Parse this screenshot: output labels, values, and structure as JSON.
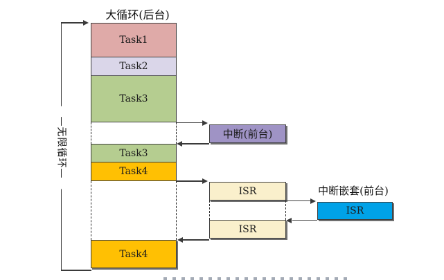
{
  "labels": {
    "title": "大循环(后台)",
    "infinite_loop": "—无限循环—",
    "interrupt": "中断(前台)",
    "interrupt_nested": "中断嵌套(前台)"
  },
  "tasks": {
    "task1": "Task1",
    "task2": "Task2",
    "task3_first": "Task3",
    "task3_resume": "Task3",
    "task4_first": "Task4",
    "task4_resume": "Task4"
  },
  "isr": {
    "isr_first": "ISR",
    "isr_second": "ISR",
    "isr_nested": "ISR"
  },
  "colors": {
    "task1": "#dfaaa8",
    "task2": "#dad6e9",
    "task3": "#b5cd90",
    "task4": "#ffc003",
    "interrupt": "#9f93c5",
    "isr": "#faf0cc",
    "isr_nested": "#00a2e8",
    "line": "#3a3a3a"
  }
}
